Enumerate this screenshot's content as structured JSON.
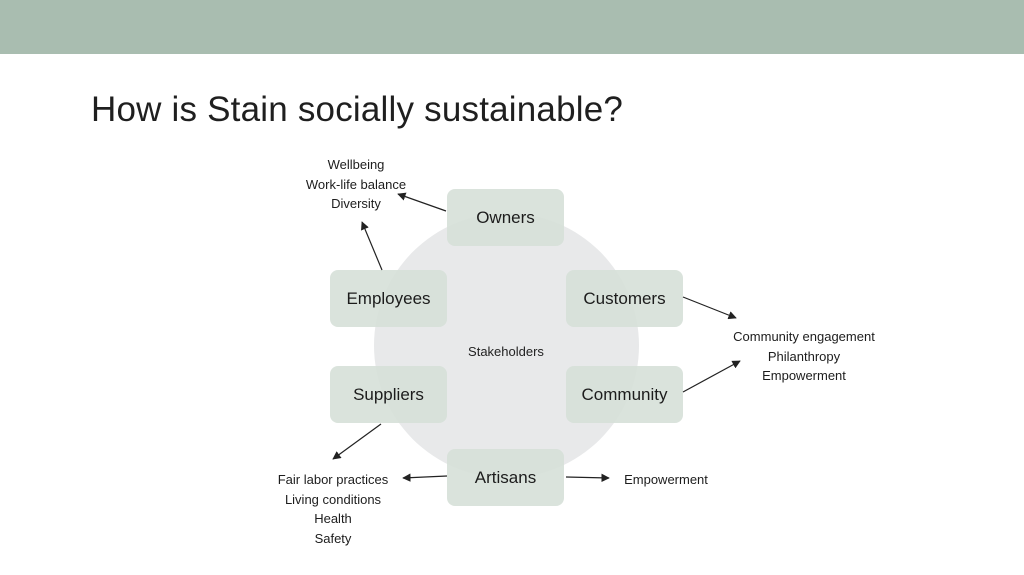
{
  "slide": {
    "title": "How is Stain socially sustainable?"
  },
  "diagram": {
    "center_label": "Stakeholders",
    "nodes": {
      "owners": "Owners",
      "customers": "Customers",
      "community": "Community",
      "artisans": "Artisans",
      "suppliers": "Suppliers",
      "employees": "Employees"
    },
    "outcomes": {
      "owners_employees": [
        "Wellbeing",
        "Work-life balance",
        "Diversity"
      ],
      "customers_community": [
        "Community engagement",
        "Philanthropy",
        "Empowerment"
      ],
      "artisans": [
        "Empowerment"
      ],
      "suppliers_artisans": [
        "Fair labor practices",
        "Living conditions",
        "Health",
        "Safety"
      ]
    }
  },
  "colors": {
    "top_band": "#a9bdb0",
    "node_fill": "#d6e0d8",
    "hub_circle": "#e8e9ea",
    "arrow": "#222222"
  }
}
